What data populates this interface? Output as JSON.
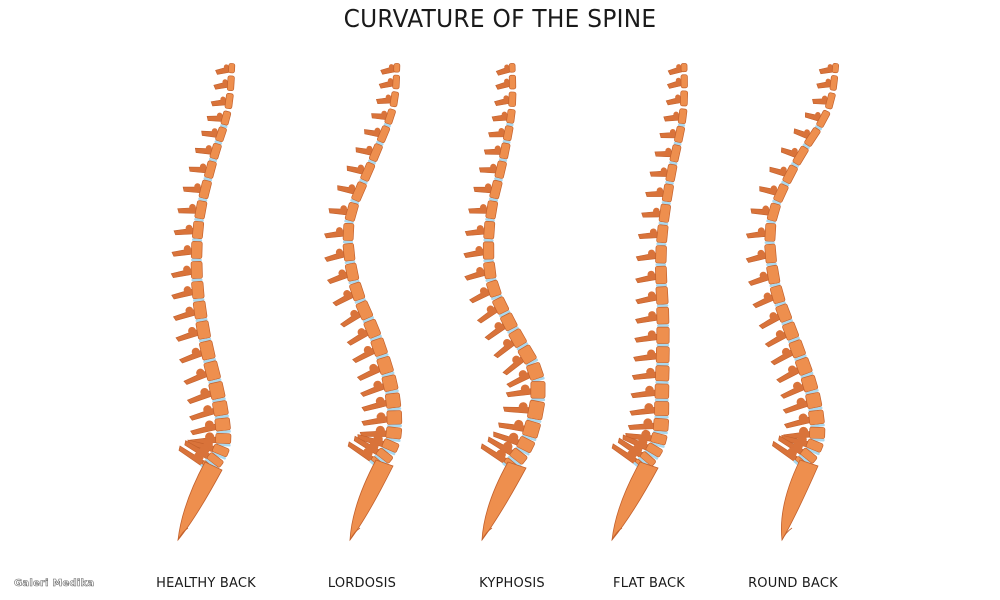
{
  "title": "CURVATURE OF THE SPINE",
  "watermark": "Galeri Medika",
  "colors": {
    "bone": "#EE8F4E",
    "bone_shade": "#D9733A",
    "bone_outline": "#C2602C",
    "disc": "#A9D8EE",
    "label_text": "#1a1a1a"
  },
  "spines": [
    {
      "label": "HEALTHY BACK"
    },
    {
      "label": "LORDOSIS"
    },
    {
      "label": "KYPHOSIS"
    },
    {
      "label": "FLAT BACK"
    },
    {
      "label": "ROUND BACK"
    }
  ]
}
